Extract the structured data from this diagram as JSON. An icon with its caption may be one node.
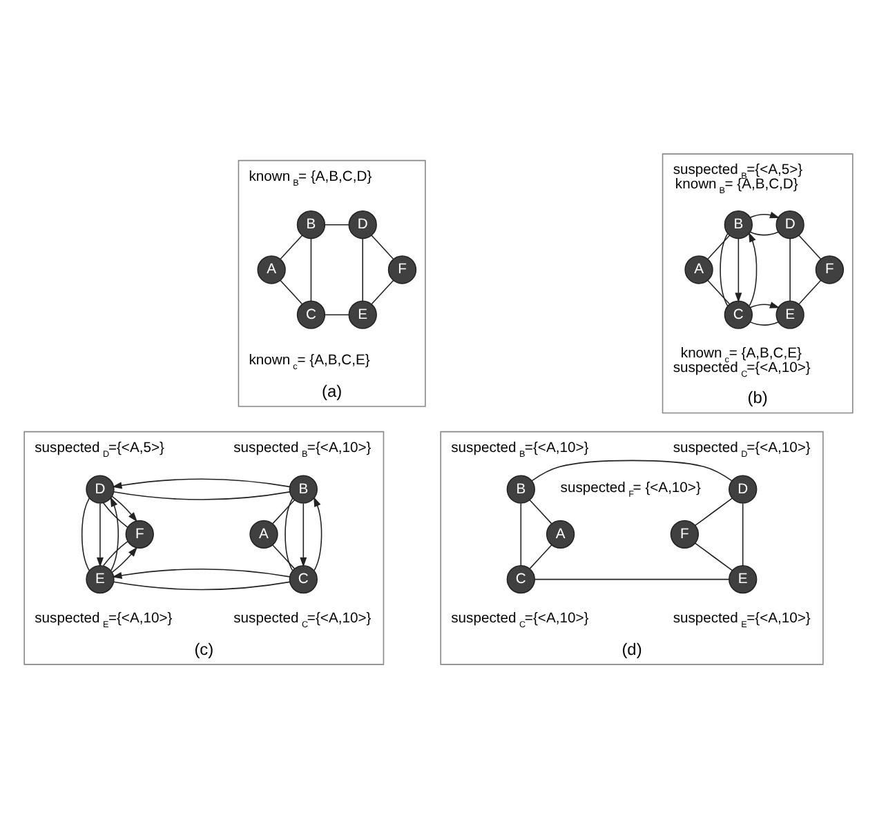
{
  "diagram": {
    "nodes": [
      {
        "text": [
          "(a)"
        ]
      },
      {
        "text": [
          "A"
        ],
        "in": 0
      },
      {
        "text": [
          "B"
        ],
        "in": 0,
        "beside": [
          "known$_{B}$= {A,B,C,D}"
        ]
      },
      {
        "text": [
          "C"
        ],
        "in": 0,
        "beside": [
          "known$_{c}$= {A,B,C,E}"
        ]
      },
      {
        "text": [
          "D"
        ],
        "in": 0
      },
      {
        "text": [
          "E"
        ],
        "in": 0
      },
      {
        "text": [
          "F"
        ],
        "in": 0
      },
      {
        "text": [
          "(b)"
        ]
      },
      {
        "text": [
          "A"
        ],
        "in": 7
      },
      {
        "text": [
          "B"
        ],
        "in": 7,
        "beside": [
          "suspected$_{B}$={<A,5>}",
          "known$_{B}$= {A,B,C,D}"
        ]
      },
      {
        "text": [
          "C"
        ],
        "in": 7,
        "beside": [
          "known$_{c}$= {A,B,C,E}",
          "suspected$_{C}$={<A,10>}"
        ]
      },
      {
        "text": [
          "D"
        ],
        "in": 7
      },
      {
        "text": [
          "E"
        ],
        "in": 7
      },
      {
        "text": [
          "F"
        ],
        "in": 7
      },
      {
        "text": [
          "(c)"
        ]
      },
      {
        "text": [
          "A"
        ],
        "in": 14
      },
      {
        "text": [
          "B"
        ],
        "in": 14,
        "beside": [
          "suspected$_{B}$={<A,10>}"
        ]
      },
      {
        "text": [
          "C"
        ],
        "in": 14,
        "beside": [
          "suspected$_{C}$={<A,10>}"
        ]
      },
      {
        "text": [
          "D"
        ],
        "in": 14,
        "beside": [
          "suspected$_{D}$={<A,5>}"
        ]
      },
      {
        "text": [
          "E"
        ],
        "in": 14,
        "beside": [
          "suspected$_{E}$={<A,10>}"
        ]
      },
      {
        "text": [
          "F"
        ],
        "in": 14
      },
      {
        "text": [
          "(d)"
        ]
      },
      {
        "text": [
          "A"
        ],
        "in": 21
      },
      {
        "text": [
          "B"
        ],
        "in": 21,
        "beside": [
          "suspected$_{B}$={<A,10>}"
        ]
      },
      {
        "text": [
          "C"
        ],
        "in": 21,
        "beside": [
          "suspected$_{C}$={<A,10>}"
        ]
      },
      {
        "text": [
          "D"
        ],
        "in": 21,
        "beside": [
          "suspected$_{D}$={<A,10>}"
        ]
      },
      {
        "text": [
          "E"
        ],
        "in": 21,
        "beside": [
          "suspected$_{E}$={<A,10>}"
        ]
      },
      {
        "text": [
          "F"
        ],
        "in": 21,
        "beside": [
          "suspected$_{F}$= {<A,10>}"
        ]
      }
    ],
    "edges": [
      {
        "from": 1,
        "to": 2,
        "arrow": "none"
      },
      {
        "from": 1,
        "to": 3,
        "arrow": "none"
      },
      {
        "from": 2,
        "to": 3,
        "arrow": "none"
      },
      {
        "from": 2,
        "to": 4,
        "arrow": "none"
      },
      {
        "from": 3,
        "to": 5,
        "arrow": "none"
      },
      {
        "from": 4,
        "to": 5,
        "arrow": "none"
      },
      {
        "from": 4,
        "to": 6,
        "arrow": "none"
      },
      {
        "from": 5,
        "to": 6,
        "arrow": "none"
      },
      {
        "from": 8,
        "to": 9,
        "arrow": "none"
      },
      {
        "from": 8,
        "to": 10,
        "arrow": "none"
      },
      {
        "from": 9,
        "to": 10,
        "arrow": "none"
      },
      {
        "from": 9,
        "to": 11,
        "arrow": "none"
      },
      {
        "from": 10,
        "to": 12,
        "arrow": "none"
      },
      {
        "from": 11,
        "to": 12,
        "arrow": "none"
      },
      {
        "from": 11,
        "to": 13,
        "arrow": "none"
      },
      {
        "from": 12,
        "to": 13,
        "arrow": "none"
      },
      {
        "from": 9,
        "to": 11,
        "arrow": "to"
      },
      {
        "from": 9,
        "to": 10,
        "arrow": "to"
      },
      {
        "from": 10,
        "to": 9,
        "arrow": "to"
      },
      {
        "from": 10,
        "to": 12,
        "arrow": "to"
      },
      {
        "from": 15,
        "to": 16,
        "arrow": "none"
      },
      {
        "from": 15,
        "to": 17,
        "arrow": "none"
      },
      {
        "from": 16,
        "to": 17,
        "arrow": "none"
      },
      {
        "from": 16,
        "to": 18,
        "arrow": "none"
      },
      {
        "from": 17,
        "to": 19,
        "arrow": "none"
      },
      {
        "from": 18,
        "to": 19,
        "arrow": "none"
      },
      {
        "from": 18,
        "to": 20,
        "arrow": "none"
      },
      {
        "from": 19,
        "to": 20,
        "arrow": "none"
      },
      {
        "from": 16,
        "to": 18,
        "arrow": "to"
      },
      {
        "from": 16,
        "to": 17,
        "arrow": "to"
      },
      {
        "from": 17,
        "to": 16,
        "arrow": "to"
      },
      {
        "from": 17,
        "to": 19,
        "arrow": "to"
      },
      {
        "from": 18,
        "to": 19,
        "arrow": "to"
      },
      {
        "from": 19,
        "to": 18,
        "arrow": "to"
      },
      {
        "from": 18,
        "to": 20,
        "arrow": "to"
      },
      {
        "from": 19,
        "to": 20,
        "arrow": "to"
      },
      {
        "from": 22,
        "to": 23,
        "arrow": "none"
      },
      {
        "from": 22,
        "to": 24,
        "arrow": "none"
      },
      {
        "from": 23,
        "to": 24,
        "arrow": "none"
      },
      {
        "from": 23,
        "to": 25,
        "arrow": "none"
      },
      {
        "from": 24,
        "to": 26,
        "arrow": "none"
      },
      {
        "from": 25,
        "to": 26,
        "arrow": "none"
      },
      {
        "from": 25,
        "to": 27,
        "arrow": "none"
      },
      {
        "from": 26,
        "to": 27,
        "arrow": "none"
      }
    ]
  }
}
